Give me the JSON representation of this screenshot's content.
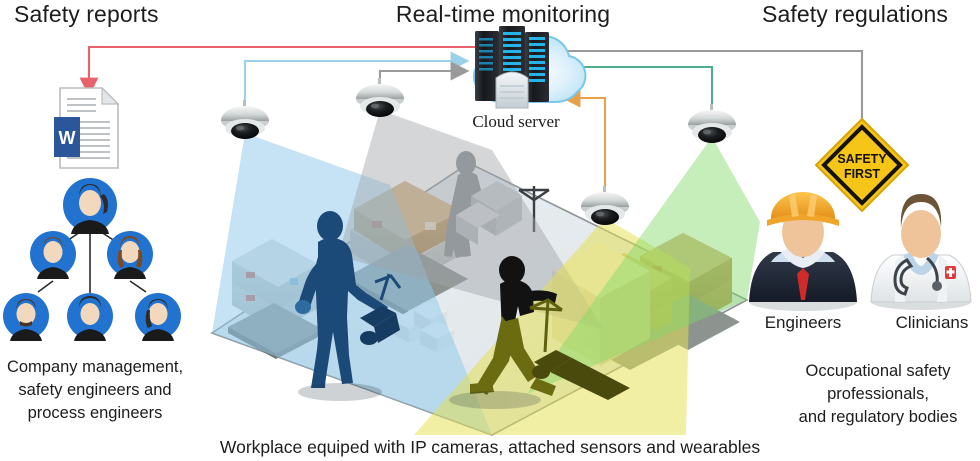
{
  "diagram": {
    "titles": {
      "left": "Safety reports",
      "center": "Real-time monitoring",
      "right": "Safety regulations"
    },
    "cloud": {
      "label": "Cloud server",
      "icon": "cloud-server-icon"
    },
    "document": {
      "icon": "word-document-icon",
      "badge": "W"
    },
    "org_chart": {
      "icon": "org-chart-people-icon",
      "caption_lines": [
        "Company management,",
        "safety engineers and",
        "process engineers"
      ],
      "node_count": 6
    },
    "stakeholders": {
      "engineer": {
        "icon": "engineer-avatar-icon",
        "label": "Engineers"
      },
      "clinician": {
        "icon": "clinician-avatar-icon",
        "label": "Clinicians"
      },
      "caption_lines": [
        "Occupational safety",
        "professionals,",
        "and regulatory bodies"
      ]
    },
    "safety_sign": {
      "icon": "safety-first-sign-icon",
      "line1": "SAFETY",
      "line2": "FIRST"
    },
    "workplace": {
      "caption": "Workplace equiped with IP cameras, attached sensors and wearables",
      "cameras": [
        {
          "name": "camera-1-blue",
          "cone_color": "#a8d4f0"
        },
        {
          "name": "camera-2-gray",
          "cone_color": "#b9bcbe"
        },
        {
          "name": "camera-3-yellow",
          "cone_color": "#e8e36a"
        },
        {
          "name": "camera-4-green",
          "cone_color": "#a9e596"
        }
      ]
    },
    "connections": [
      {
        "name": "reports-to-document",
        "color": "#e8626b",
        "from": "cloud-server",
        "to": "word-document"
      },
      {
        "name": "camera1-to-cloud",
        "color": "#9ccfe8",
        "from": "camera-1",
        "to": "cloud-server"
      },
      {
        "name": "camera2-to-cloud",
        "color": "#9a9a9a",
        "from": "camera-2",
        "to": "cloud-server"
      },
      {
        "name": "camera3-to-cloud",
        "color": "#e8a14a",
        "from": "camera-3",
        "to": "cloud-server"
      },
      {
        "name": "camera4-to-cloud",
        "color": "#4aae8f",
        "from": "camera-4",
        "to": "cloud-server"
      },
      {
        "name": "regulations-to-cloud",
        "color": "#9a9a9a",
        "from": "safety-sign",
        "to": "cloud-server"
      }
    ],
    "colors": {
      "red_arrow": "#e8626b",
      "blue_arrow": "#9ccfe8",
      "gray_arrow": "#9a9a9a",
      "orange_arrow": "#e8a14a",
      "teal_arrow": "#4aae8f",
      "avatar_blue": "#2272cf",
      "word_blue": "#2b579a",
      "sign_yellow": "#f5c518",
      "helmet_orange": "#f0a030"
    }
  }
}
